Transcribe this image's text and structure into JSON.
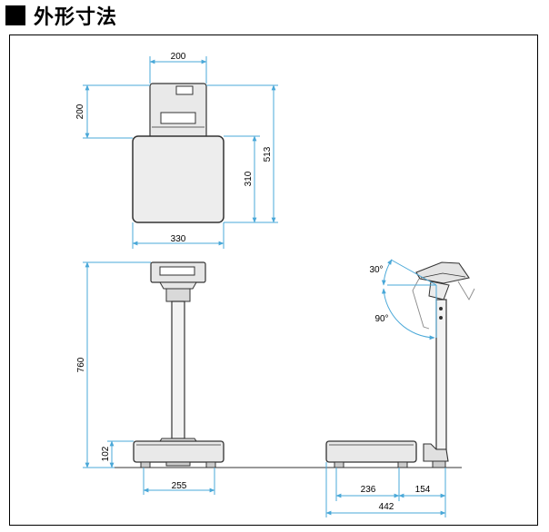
{
  "header": {
    "title": "外形寸法"
  },
  "dimensions": {
    "top_display_width": "200",
    "top_display_depth": "200",
    "top_total_depth": "513",
    "top_platform_depth": "310",
    "top_platform_width": "330",
    "front_height": "760",
    "front_base_height": "102",
    "front_base_width": "255",
    "side_tilt_up": "30°",
    "side_tilt_down": "90°",
    "side_platform_depth": "236",
    "side_column_offset": "154",
    "side_total_depth": "442"
  },
  "colors": {
    "dimension_line": "#4aa8d8",
    "outline": "#333333"
  }
}
